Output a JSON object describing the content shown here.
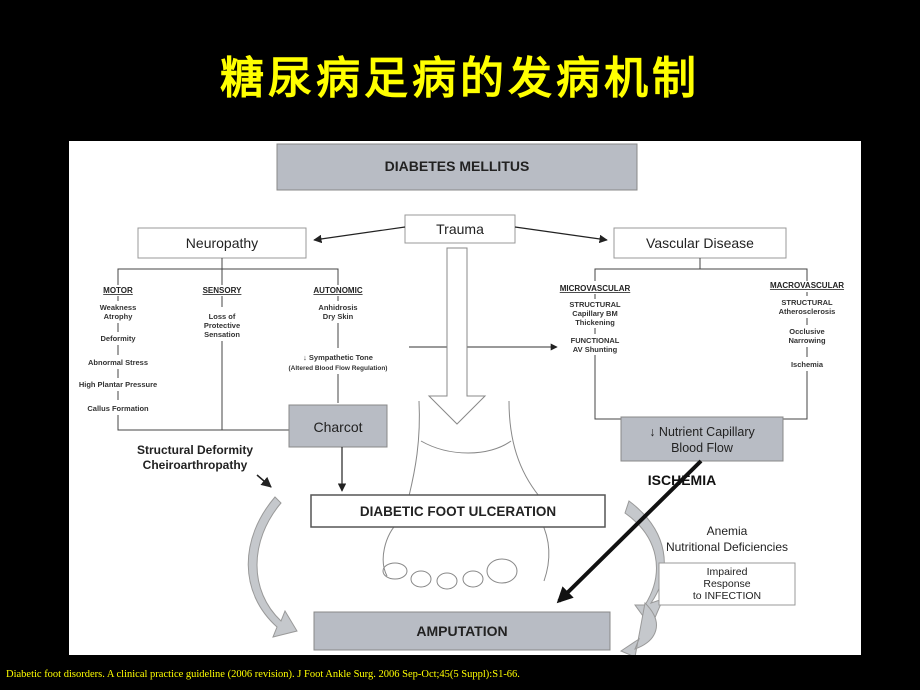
{
  "title": "糖尿病足病的发病机制",
  "citation": "Diabetic foot disorders. A clinical practice guideline (2006 revision). J Foot Ankle Surg. 2006 Sep-Oct;45(5 Suppl):S1-66.",
  "diagram": {
    "diabetes": "DIABETES MELLITUS",
    "trauma": "Trauma",
    "neuropathy": "Neuropathy",
    "vascular": "Vascular Disease",
    "motor": {
      "heading": "MOTOR",
      "items": [
        "Weakness",
        "Atrophy",
        "Deformity",
        "Abnormal Stress",
        "High Plantar Pressure",
        "Callus Formation"
      ]
    },
    "sensory": {
      "heading": "SENSORY",
      "items": [
        "Loss of",
        "Protective",
        "Sensation"
      ]
    },
    "autonomic": {
      "heading": "AUTONOMIC",
      "items": [
        "Anhidrosis",
        "Dry Skin",
        "↓ Sympathetic Tone",
        "(Altered Blood Flow Regulation)"
      ]
    },
    "microvascular": {
      "heading": "MICROVASCULAR",
      "items": [
        "STRUCTURAL",
        "Capillary BM",
        "Thickening",
        "FUNCTIONAL",
        "AV Shunting"
      ]
    },
    "macrovascular": {
      "heading": "MACROVASCULAR",
      "items": [
        "STRUCTURAL",
        "Atherosclerosis",
        "Occlusive",
        "Narrowing",
        "Ischemia"
      ]
    },
    "charcot": "Charcot",
    "structural_deformity": [
      "Structural Deformity",
      "Cheiroarthropathy"
    ],
    "nutrient_flow": [
      "↓ Nutrient Capillary",
      "Blood Flow"
    ],
    "ischemia": "ISCHEMIA",
    "ulceration": "DIABETIC FOOT ULCERATION",
    "anemia": [
      "Anemia",
      "Nutritional Deficiencies"
    ],
    "impaired": [
      "Impaired",
      "Response",
      "to INFECTION"
    ],
    "amputation": "AMPUTATION"
  }
}
